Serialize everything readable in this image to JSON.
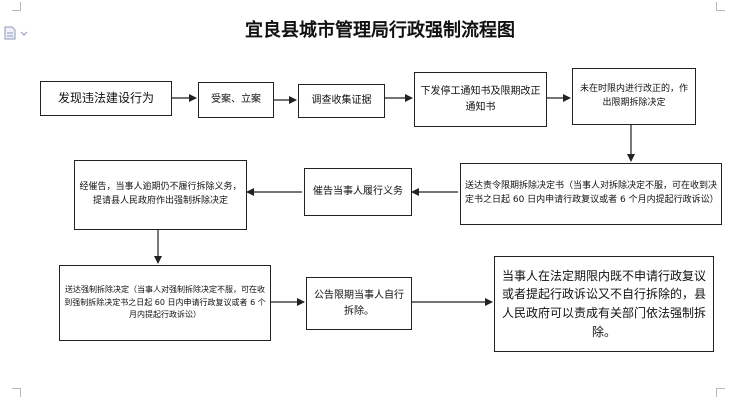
{
  "title": "宜良县城市管理局行政强制流程图",
  "nodes": {
    "n1": "发现违法建设行为",
    "n2": "受案、立案",
    "n3": "调查收集证据",
    "n4": "下发停工通知书及限期改正通知书",
    "n5": "未在时限内进行改正的，作出限期拆除决定",
    "n6": "送达责令限期拆除决定书（当事人对拆除决定不服，可在收到决定书之日起 60 日内申请行政复议或者 6 个月内提起行政诉讼）",
    "n7": "催告当事人履行义务",
    "n8": "经催告，当事人逾期仍不履行拆除义务，提请县人民政府作出强制拆除决定",
    "n9": "送达强制拆除决定（当事人对强制拆除决定不服，可在收到强制拆除决定书之日起 60 日内申请行政复议或者 6 个月内提起行政诉讼）",
    "n10": "公告限期当事人自行拆除。",
    "n11": "当事人在法定期限内既不申请行政复议或者提起行政诉讼又不自行拆除的，县人民政府可以责成有关部门依法强制拆除。"
  },
  "icons": {
    "document": "document-icon"
  },
  "colors": {
    "line": "#222222",
    "background": "#ffffff"
  }
}
